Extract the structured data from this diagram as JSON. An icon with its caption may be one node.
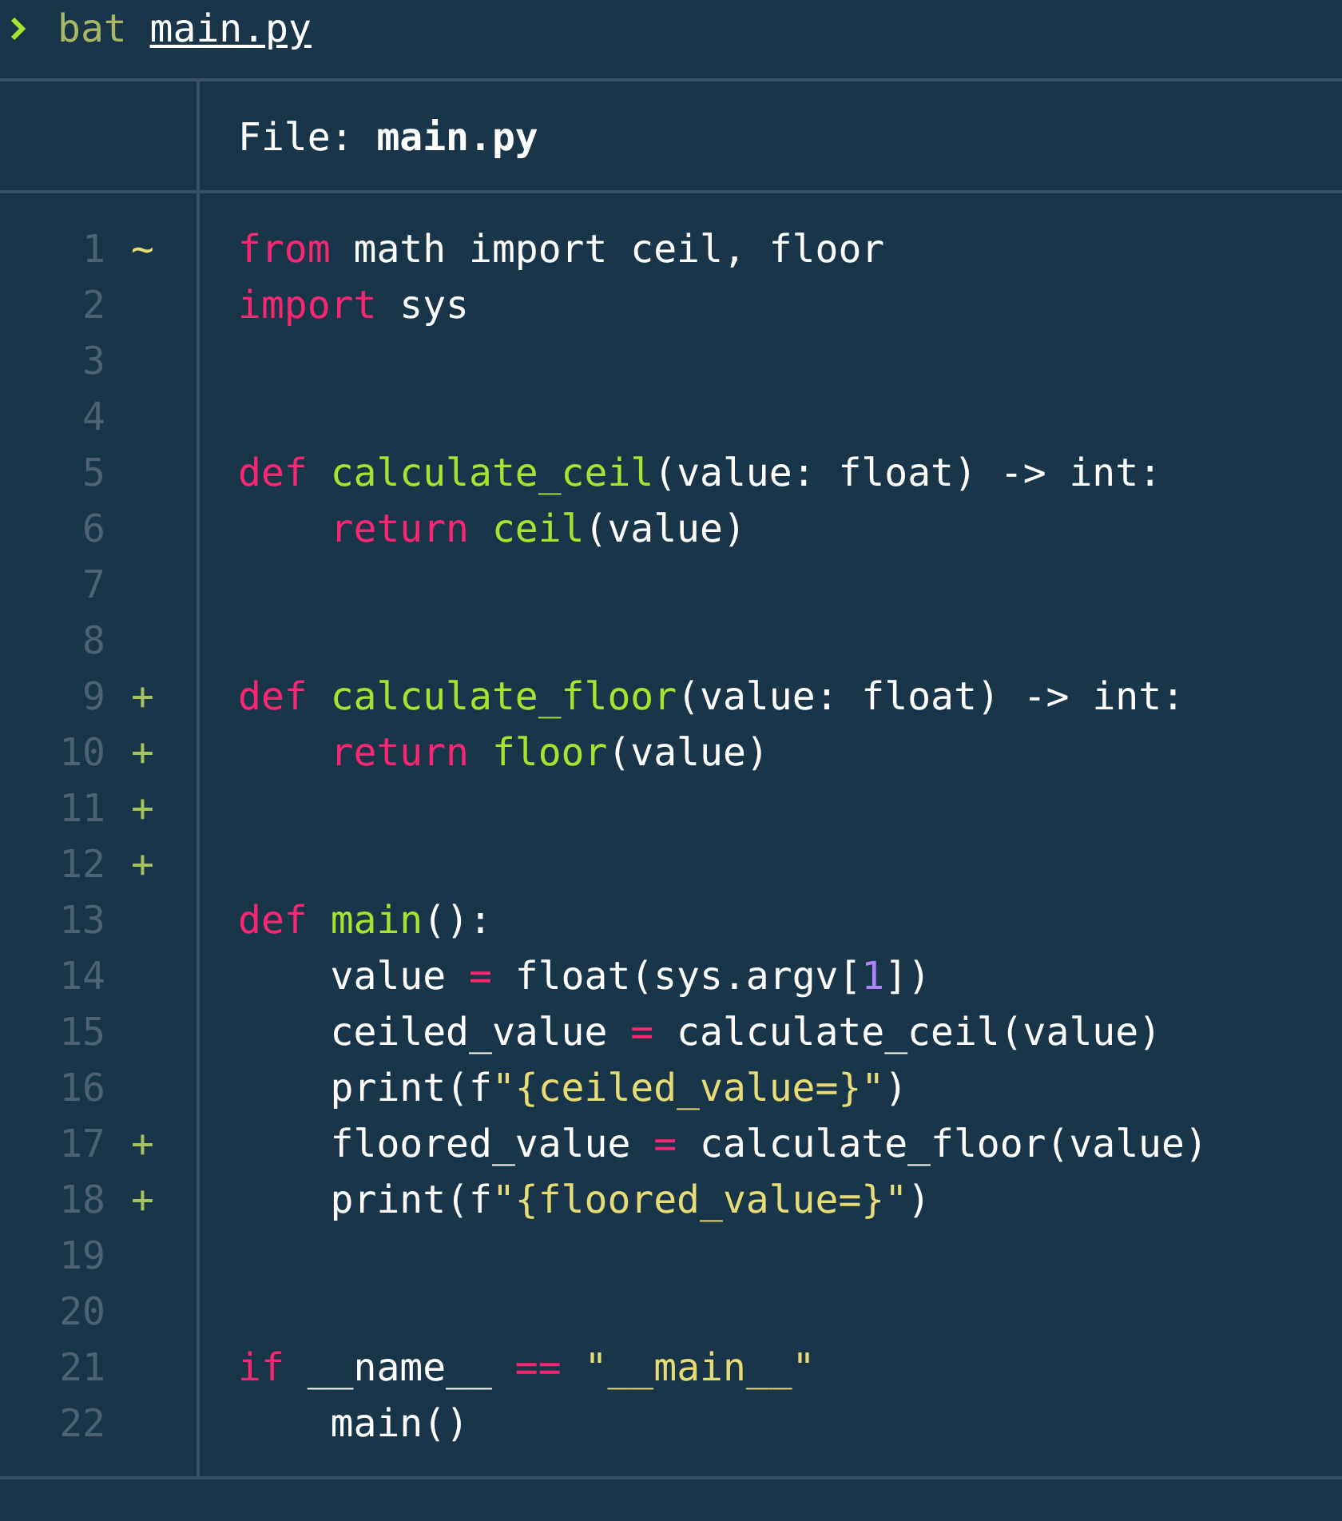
{
  "diagram": {
    "labels": [
      "bat main.py",
      "File: **main.py**",
      "1",
      "~",
      "from math import ceil, floor",
      "2",
      "import sys",
      "3",
      "4",
      "5",
      "def calculate_ceil(value: float) -> int:",
      "6",
      "    return ceil(value)",
      "7",
      "8",
      "9",
      "+",
      "def calculate_floor(value: float) -> int:",
      "10",
      "+",
      "    return floor(value)",
      "11",
      "+",
      "12",
      "+",
      "13",
      "def main():",
      "14",
      "    value = float(sys.argv[1])",
      "15",
      "    ceiled_value = calculate_ceil(value)",
      "16",
      "    print(f\"{ceiled_value=}\")",
      "17",
      "+",
      "    floored_value = calculate_floor(value)",
      "18",
      "+",
      "    print(f\"{floored_value=}\")",
      "19",
      "20",
      "21",
      "if __name__ == \"__main__\"",
      "22",
      "    main()"
    ]
  }
}
